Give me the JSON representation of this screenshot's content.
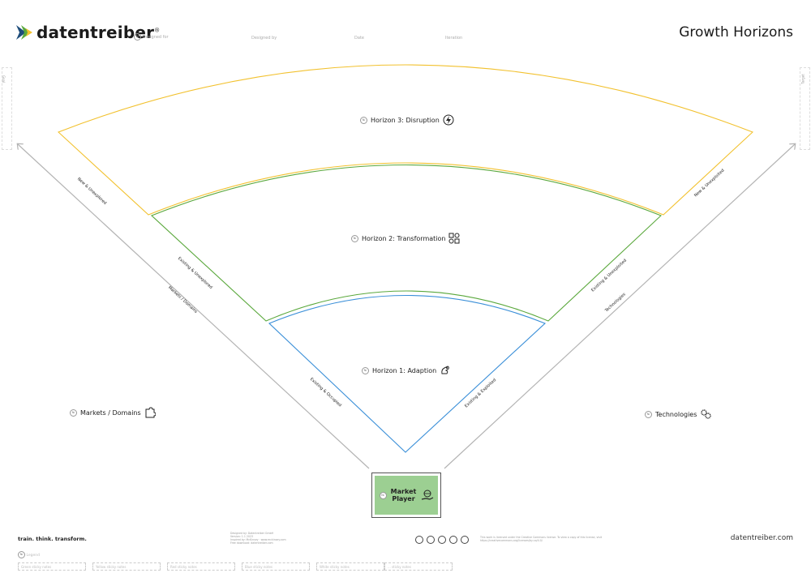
{
  "brand": {
    "name": "datentreiber",
    "registered": "®",
    "tagline": "train. think. transform.",
    "website": "datentreiber.com"
  },
  "canvas_title": "Growth Horizons",
  "header_fields": {
    "designed_for": "Designed for",
    "designed_by": "Designed by",
    "date": "Date",
    "iteration": "Iteration"
  },
  "side_labels": {
    "left": "Goal",
    "right": "Target"
  },
  "horizons": {
    "h3": {
      "label": "Horizon 3: Disruption",
      "icon": "lightning-icon"
    },
    "h2": {
      "label": "Horizon 2: Transformation",
      "icon": "shapes-icon"
    },
    "h1": {
      "label": "Horizon 1: Adaption",
      "icon": "hand-pointer-icon"
    }
  },
  "edge_labels": {
    "h3_left": "New & Unexplored",
    "h3_right": "New & Unexploited",
    "h2_left": "Existing & Unexplored",
    "h2_right": "Existing & Unexploited",
    "h1_left": "Existing & Occupied",
    "h1_right": "Existing & Exploited",
    "axis_left": "Markets / Domains",
    "axis_right": "Technologies"
  },
  "sections": {
    "markets": {
      "label": "Markets / Domains",
      "icon": "puzzle-icon"
    },
    "technologies": {
      "label": "Technologies",
      "icon": "cogs-icon"
    },
    "market_player": {
      "label_line1": "Market",
      "label_line2": "Player",
      "icon": "hand-globe-icon"
    }
  },
  "footer": {
    "credits": [
      "Designed by: Datentreiber GmbH",
      "Version: 1.1 2023",
      "Inspired by: McKinsey · www.mckinsey.com",
      "Free download: datentreiber.com"
    ],
    "license": "This work is licensed under the Creative Commons license. To view a copy of this license, visit https://creativecommons.org/licenses/by-sa/4.0/",
    "legend_title": "Legend",
    "legend_items": [
      "Green sticky notes",
      "Yellow sticky notes",
      "Red sticky notes",
      "Blue sticky notes",
      "White sticky notes",
      "... sticky notes"
    ]
  },
  "colors": {
    "h3": "#f2c12e",
    "h2": "#5aa83c",
    "h1": "#3a8fd8",
    "axis": "#b4b4b4",
    "market_player_bg": "#9ccf92",
    "logo_green": "#5aa83c",
    "logo_blue": "#1e4d7b",
    "logo_yellow": "#f2c12e"
  }
}
